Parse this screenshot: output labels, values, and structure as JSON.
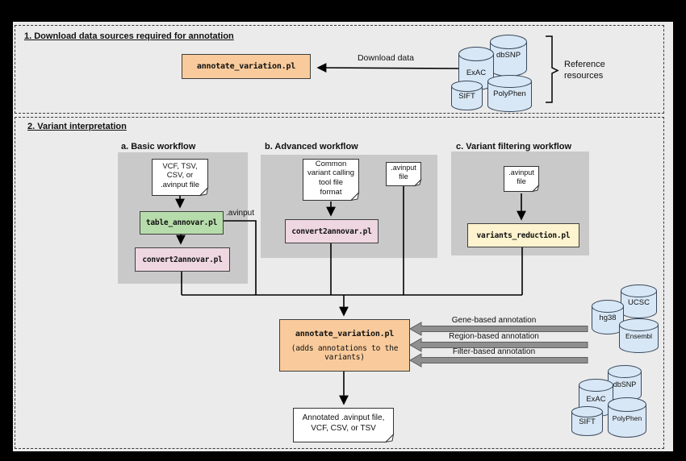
{
  "colors": {
    "canvas_bg": "#ebebeb",
    "panel_gray": "#c9c9c9",
    "tool_orange": "#f9cb9c",
    "tool_green": "#b7dcab",
    "tool_pink": "#eed7e1",
    "tool_yellow": "#fdf3cf",
    "db_blue": "#d8e7f5",
    "block_arrow_gray": "#8f8f8f",
    "line_black": "#000000"
  },
  "download": {
    "title": "1. Download data sources required for annotation",
    "tool": "annotate_variation.pl",
    "arrow_label": "Download data",
    "bracket_label": "Reference\nresources",
    "dbs": {
      "exac": "ExAC",
      "dbsnp": "dbSNP",
      "sift": "SIFT",
      "polyphen": "PolyPhen"
    }
  },
  "interp": {
    "title": "2. Variant interpretation",
    "basic": {
      "heading": "a. Basic workflow",
      "input_doc": "VCF, TSV,\nCSV, or\n.avinput file",
      "tool1": "table_annovar.pl",
      "avinput_label": ".avinput",
      "tool2": "convert2annovar.pl"
    },
    "advanced": {
      "heading": "b. Advanced workflow",
      "input_doc": "Common\nvariant calling\ntool file\nformat",
      "avinput_doc": ".avinput\nfile",
      "tool": "convert2annovar.pl"
    },
    "filtering": {
      "heading": "c. Variant filtering workflow",
      "input_doc": ".avinput\nfile",
      "tool": "variants_reduction.pl"
    },
    "annotator": {
      "name": "annotate_variation.pl",
      "note": "(adds annotations to the\nvariants)"
    },
    "arrows": {
      "gene": "Gene-based annotation",
      "region": "Region-based annotation",
      "filter": "Filter-based annotation"
    },
    "genome_dbs": {
      "hg38": "hg38",
      "ucsc": "UCSC",
      "ensembl": "Ensembl"
    },
    "variant_dbs": {
      "exac": "ExAC",
      "dbsnp": "dbSNP",
      "sift": "SIFT",
      "polyphen": "PolyPhen"
    },
    "output_doc": "Annotated .avinput file,\nVCF, CSV, or TSV"
  }
}
